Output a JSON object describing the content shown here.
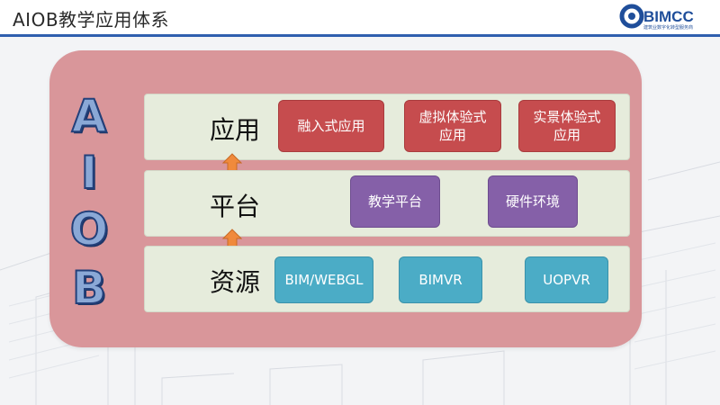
{
  "header": {
    "title": "AIOB教学应用体系",
    "logo_text": "BIMCC",
    "logo_tagline": "建筑业数字化转型服务商"
  },
  "side_letters": [
    "A",
    "I",
    "O",
    "B"
  ],
  "layers": [
    {
      "label": "应用",
      "items": [
        "融入式应用",
        "虚拟体验式\n应用",
        "实景体验式\n应用"
      ]
    },
    {
      "label": "平台",
      "items": [
        "教学平台",
        "硬件环境"
      ]
    },
    {
      "label": "资源",
      "items": [
        "BIM/WEBGL",
        "BIMVR",
        "UOPVR"
      ]
    }
  ],
  "colors": {
    "header_rule": "#2f5fae",
    "panel": "#d9969a",
    "row": "#e6ecdc",
    "app_box": "#c64c4e",
    "platform_box": "#8560a8",
    "resource_box": "#4bacc6",
    "arrow": "#f08a3c",
    "letters_fill": "#8aa8d6",
    "letters_outline": "#23407a"
  },
  "icons": [
    "up-arrow-icon",
    "logo-icon"
  ]
}
